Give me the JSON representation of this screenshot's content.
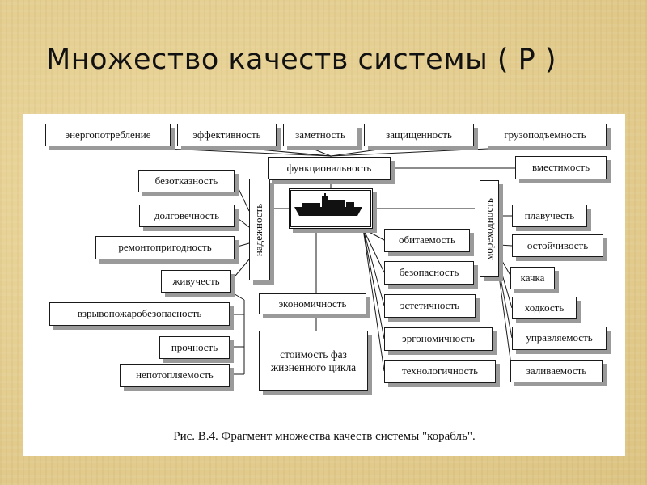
{
  "title": "Множество качеств системы ( P )",
  "diagram": {
    "top_row": [
      "энергопотребление",
      "эффективность",
      "заметность",
      "защищенность",
      "грузоподъемность"
    ],
    "function_box": "функциональность",
    "capacity_box": "вместимость",
    "reliability_label": "надежность",
    "reliability_items": [
      "безотказность",
      "долговечность",
      "ремонтопригодность",
      "живучесть"
    ],
    "strength_items": [
      "взрывопожаробезопасность",
      "прочность",
      "непотопляемость"
    ],
    "economy_box": "экономичность",
    "lifecycle_box": "стоимость фаз жизненного цикла",
    "center_items": [
      "обитаемость",
      "безопасность",
      "эстетичность",
      "эргономичность",
      "технологичность"
    ],
    "seaworthiness_label": "мореходность",
    "seaworthiness_items": [
      "плавучесть",
      "остойчивость",
      "качка",
      "ходкость",
      "управляемость",
      "заливаемость"
    ],
    "caption": "Рис. В.4. Фрагмент множества качеств системы \"корабль\"."
  }
}
